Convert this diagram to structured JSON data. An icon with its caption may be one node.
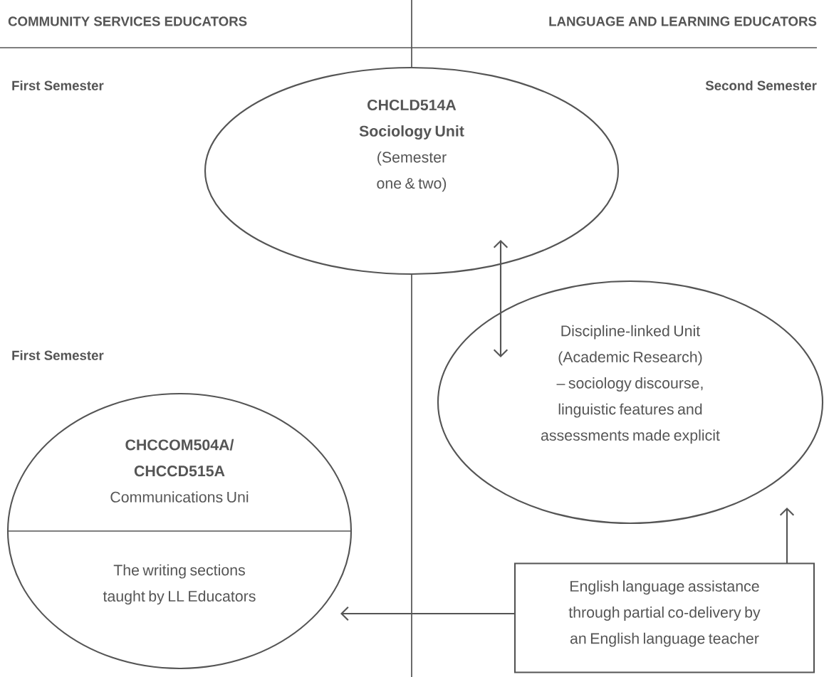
{
  "diagram": {
    "nodes": [
      {
        "text": [
          "CHCLD514A Sociology Unit",
          "(Semester one & two)"
        ]
      },
      {
        "text": [
          "Discipline-linked Unit (Academic Research) – sociology discourse, linguistic features and assessments made explicit"
        ]
      },
      {
        "text": [
          "CHCCOM504A/ CHCCD515A",
          "Communications Uni",
          "The writing sections taught by LL Educators"
        ]
      },
      {
        "text": [
          "English language assistance through partial co-delivery by an English language teacher"
        ]
      }
    ],
    "edges": [
      {
        "from": 0,
        "to": 1,
        "arrow": "both"
      },
      {
        "from": 3,
        "to": 1,
        "arrow": "to"
      },
      {
        "from": 3,
        "to": 2,
        "arrow": "to"
      }
    ],
    "labels": [
      "COMMUNITY SERVICES EDUCATORS",
      "LANGUAGE AND LEARNING EDUCATORS",
      "First Semester",
      "Second Semester",
      "First Semester"
    ]
  }
}
